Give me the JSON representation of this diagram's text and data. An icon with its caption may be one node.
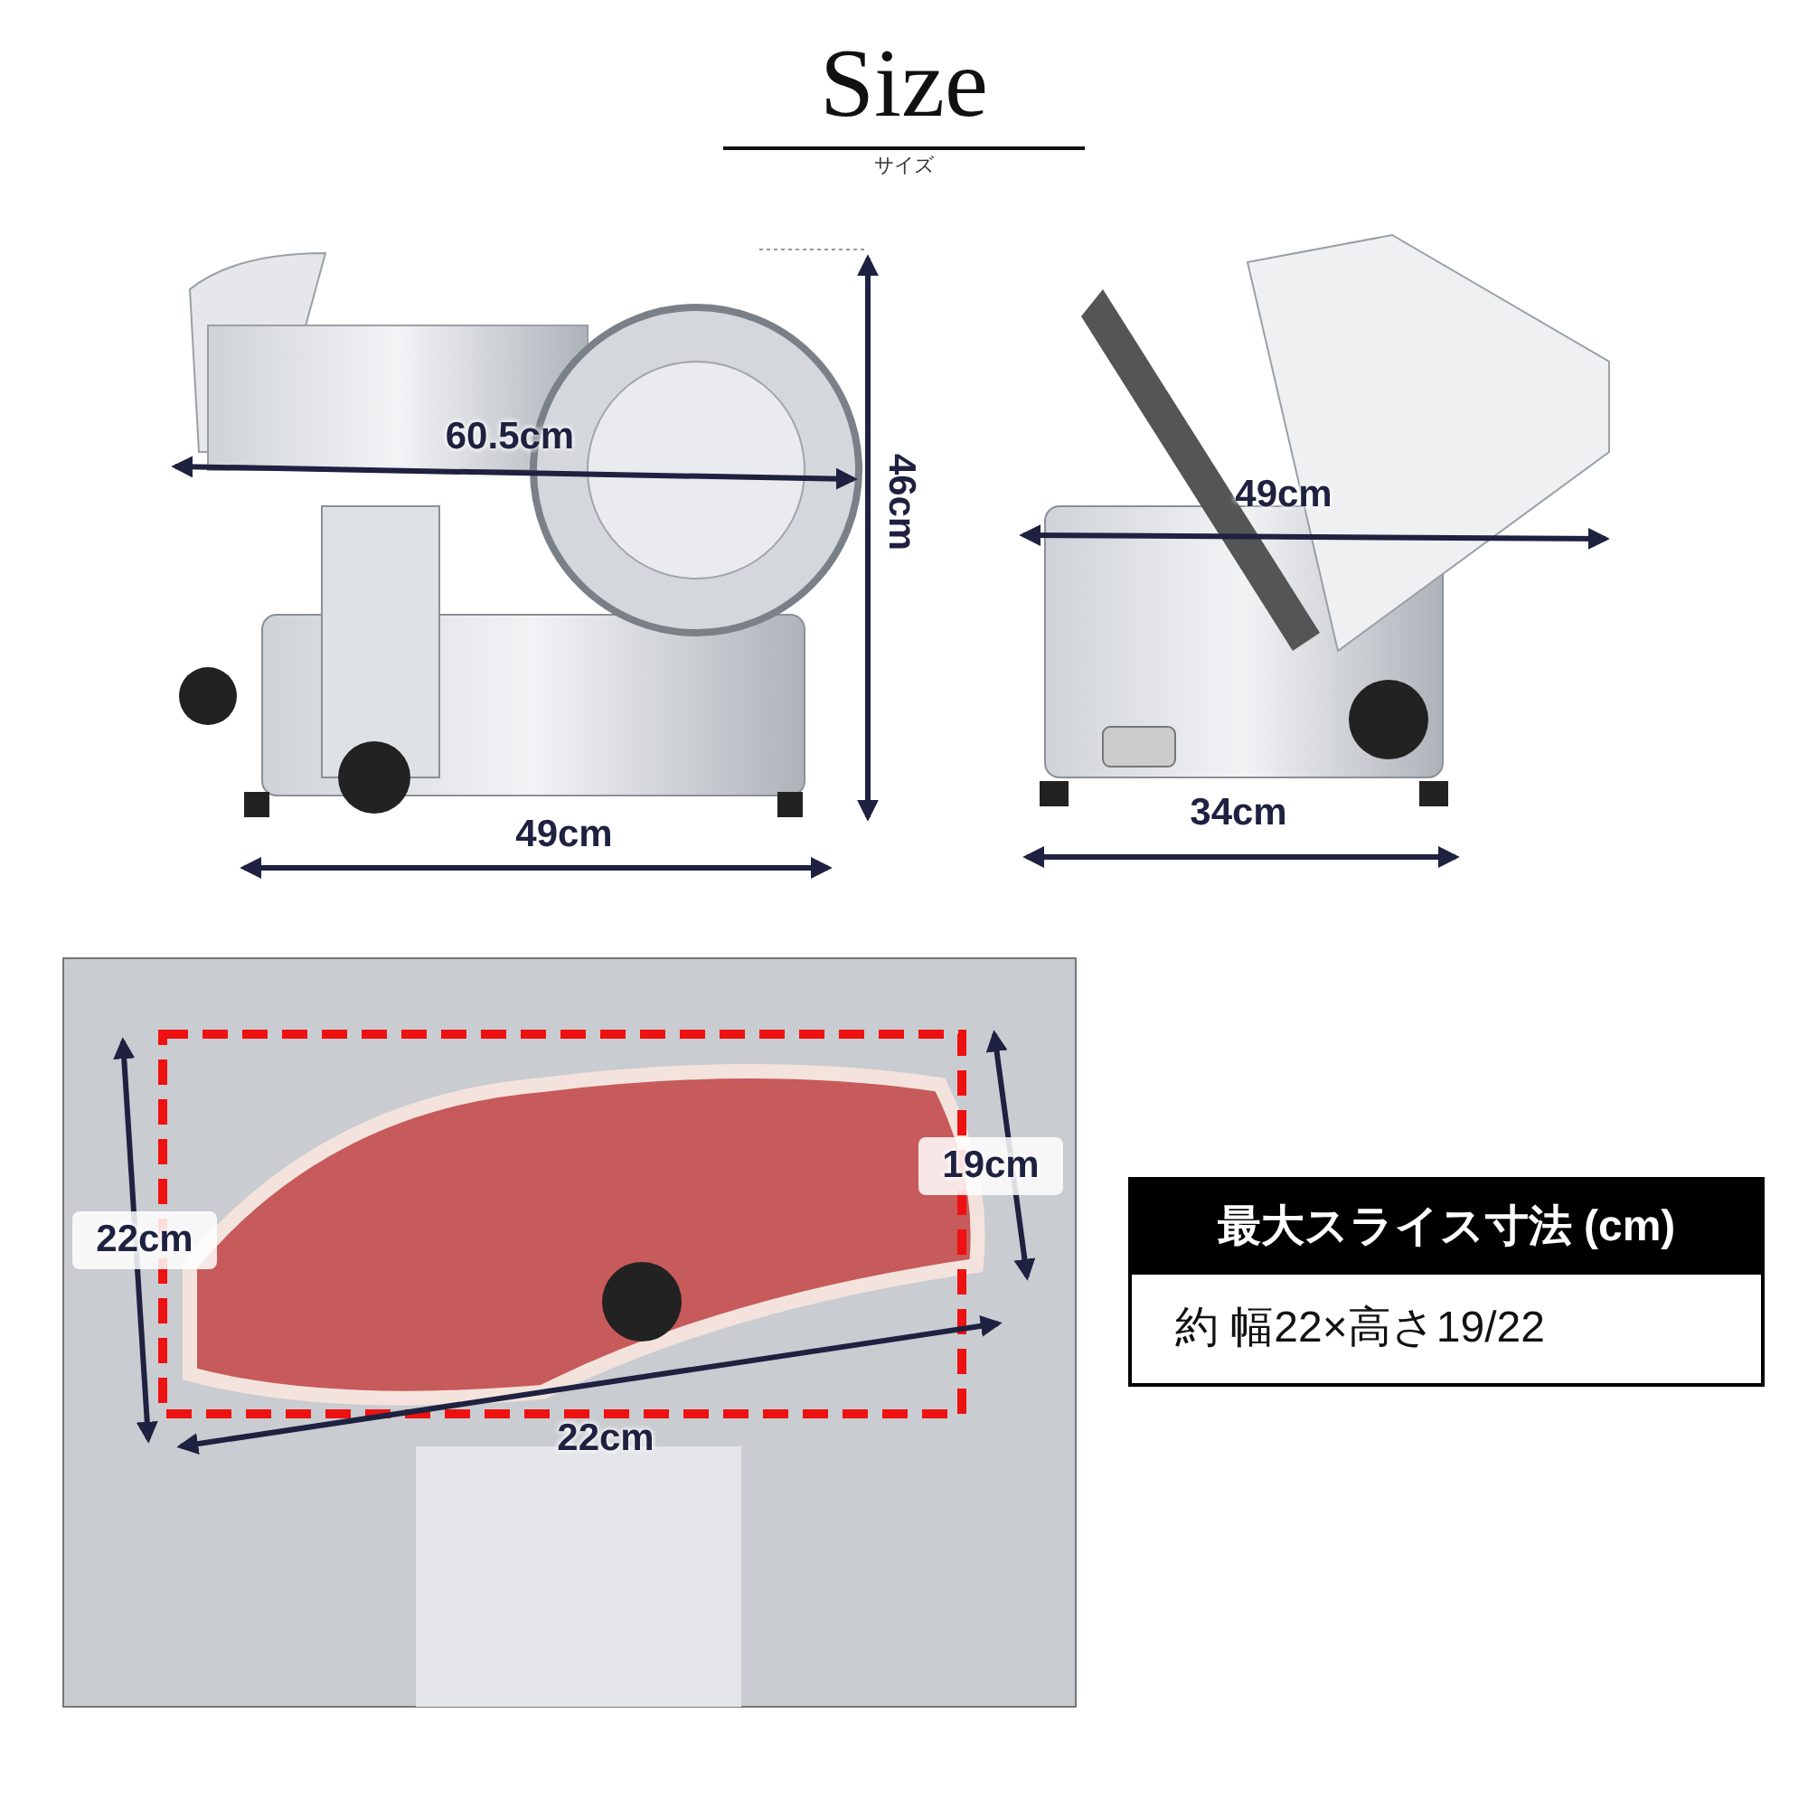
{
  "diagram": {
    "title": "Size",
    "nodes": [
      {
        "text": [
          "最大スライス寸法 (cm)",
          "約 幅22×高さ19/22"
        ]
      }
    ],
    "labels": [
      "サイズ",
      "60.5cm",
      "46cm",
      "49cm",
      "49cm",
      "34cm",
      "22cm",
      "19cm",
      "22cm"
    ]
  }
}
